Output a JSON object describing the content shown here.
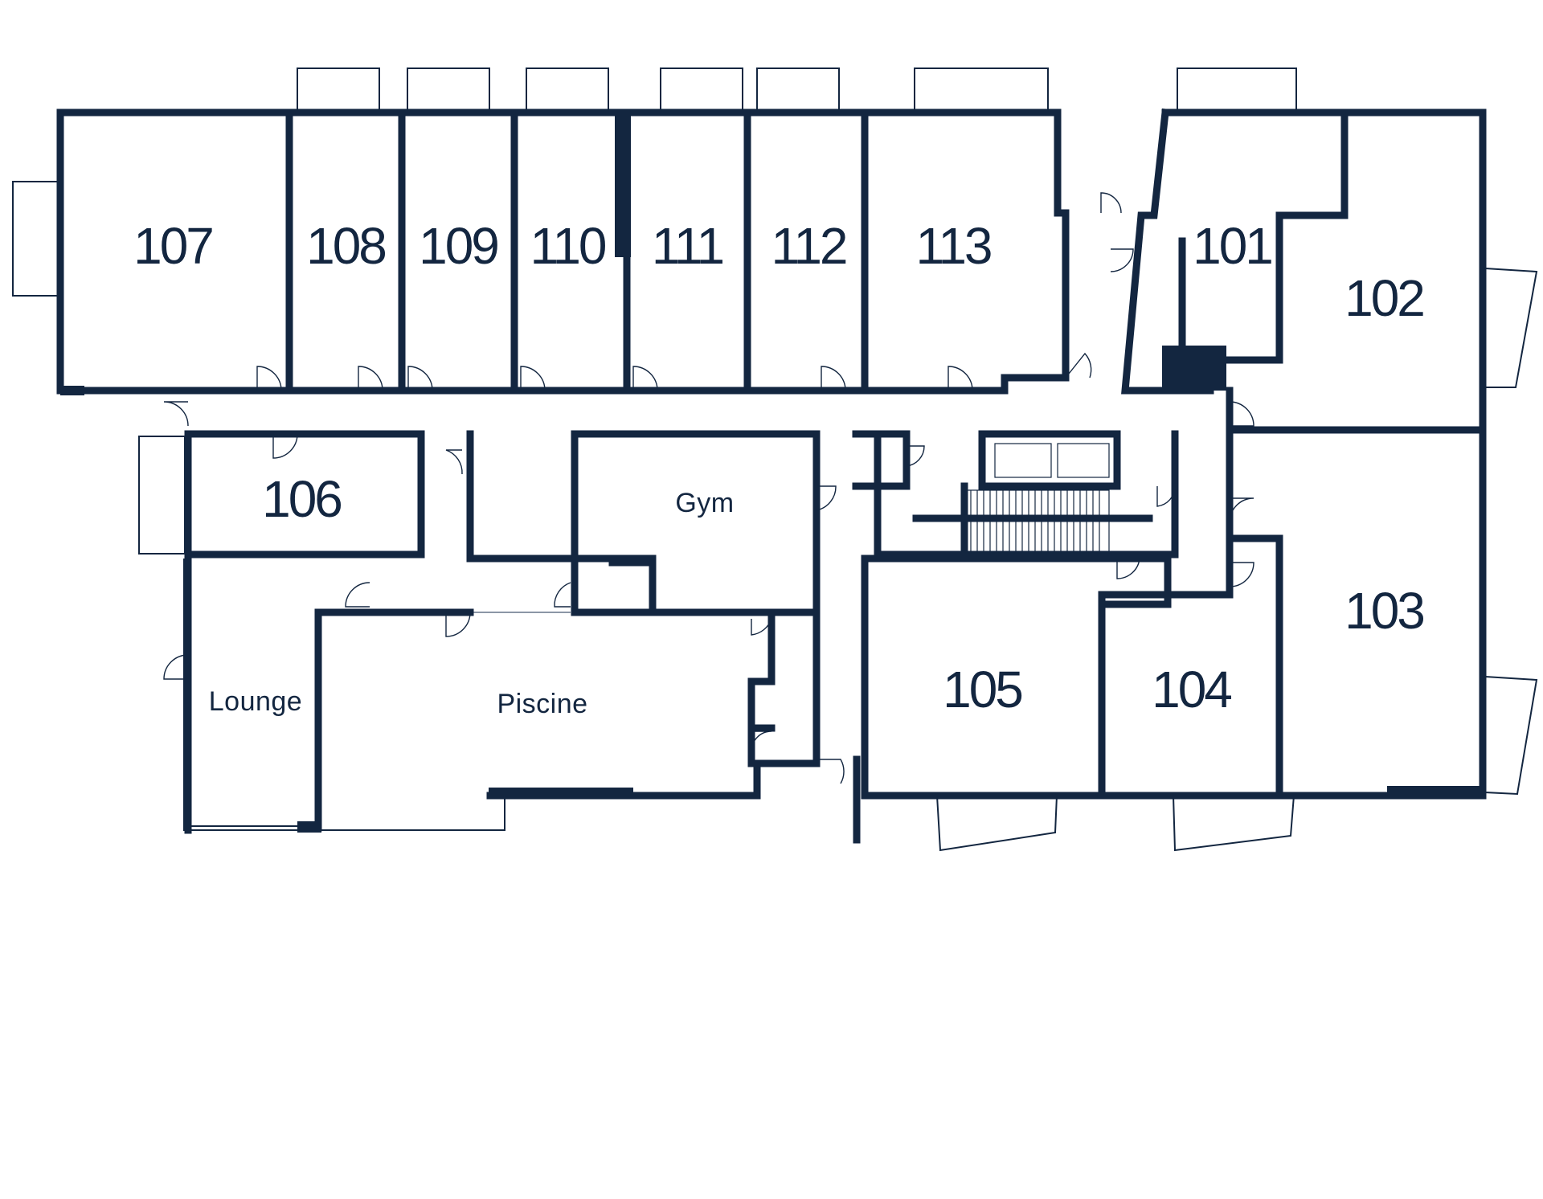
{
  "colors": {
    "wall": "#132640",
    "glass": "#8c96a6",
    "background": "#ffffff"
  },
  "rooms": {
    "r107": "107",
    "r108": "108",
    "r109": "109",
    "r110": "110",
    "r111": "111",
    "r112": "112",
    "r113": "113",
    "r101": "101",
    "r102": "102",
    "r103": "103",
    "r104": "104",
    "r105": "105",
    "r106": "106",
    "gym": "Gym",
    "lounge": "Lounge",
    "piscine": "Piscine"
  }
}
